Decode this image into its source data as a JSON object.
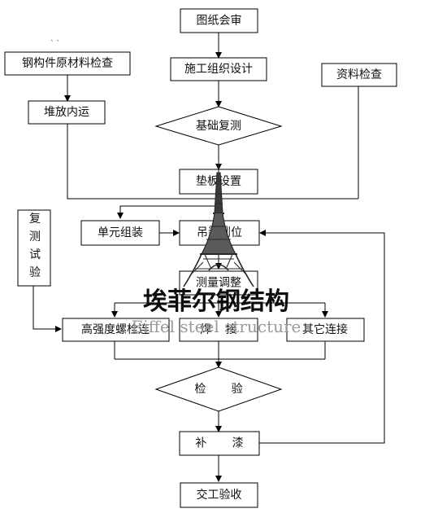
{
  "flowchart": {
    "nodes": {
      "drawing_review": "图纸会审",
      "construction_design": "施工组织设计",
      "steel_inspection": "钢构件原材料检查",
      "document_check": "资料检查",
      "stack_transport": "堆放内运",
      "foundation_recheck": "基础复测",
      "shim_setup": "垫板设置",
      "unit_assembly": "单元组装",
      "hoisting": "吊装到位",
      "retest": "复测试验",
      "measure_adjust": "测量调整",
      "hs_bolt": "高强度螺栓连",
      "welding": "焊    接",
      "other_connect": "其它连接",
      "inspection": "检       验",
      "touchup": "补       漆",
      "acceptance": "交工验收"
    },
    "tick_mark": "` `"
  },
  "watermark": {
    "chinese": "埃菲尔钢结构",
    "english": "Eiffel steel structure"
  }
}
